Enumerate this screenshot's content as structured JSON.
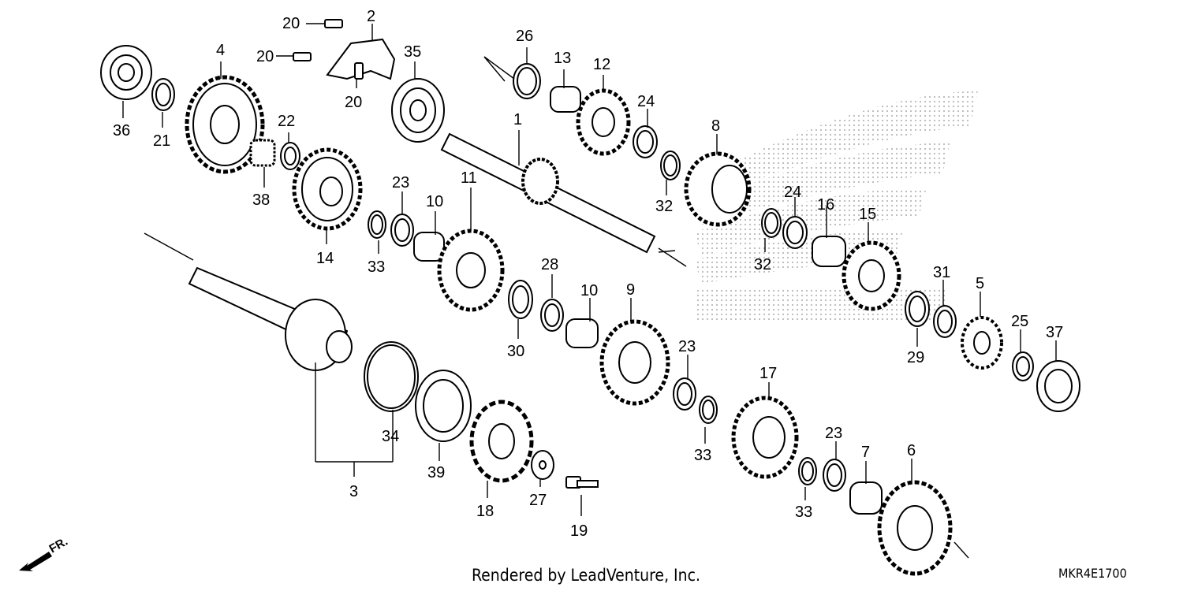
{
  "callouts": {
    "c1": "1",
    "c2": "2",
    "c3": "3",
    "c4": "4",
    "c5": "5",
    "c6": "6",
    "c7": "7",
    "c8": "8",
    "c9": "9",
    "c10a": "10",
    "c10b": "10",
    "c11": "11",
    "c12": "12",
    "c13": "13",
    "c14": "14",
    "c15": "15",
    "c16": "16",
    "c17": "17",
    "c18": "18",
    "c19": "19",
    "c20a": "20",
    "c20b": "20",
    "c20c": "20",
    "c21": "21",
    "c22": "22",
    "c23a": "23",
    "c23b": "23",
    "c23c": "23",
    "c24a": "24",
    "c24b": "24",
    "c25": "25",
    "c26": "26",
    "c27": "27",
    "c28": "28",
    "c29": "29",
    "c30": "30",
    "c31": "31",
    "c32a": "32",
    "c32b": "32",
    "c33a": "33",
    "c33b": "33",
    "c33c": "33",
    "c34": "34",
    "c35": "35",
    "c36": "36",
    "c37": "37",
    "c38": "38",
    "c39": "39"
  },
  "footer": {
    "credit": "Rendered by LeadVenture, Inc.",
    "diagram_code": "MKR4E1700",
    "direction_label": "FR."
  },
  "colors": {
    "ink": "#000000",
    "watermark": "#d9d9d9",
    "logo_dots": "#b8b8b8"
  }
}
